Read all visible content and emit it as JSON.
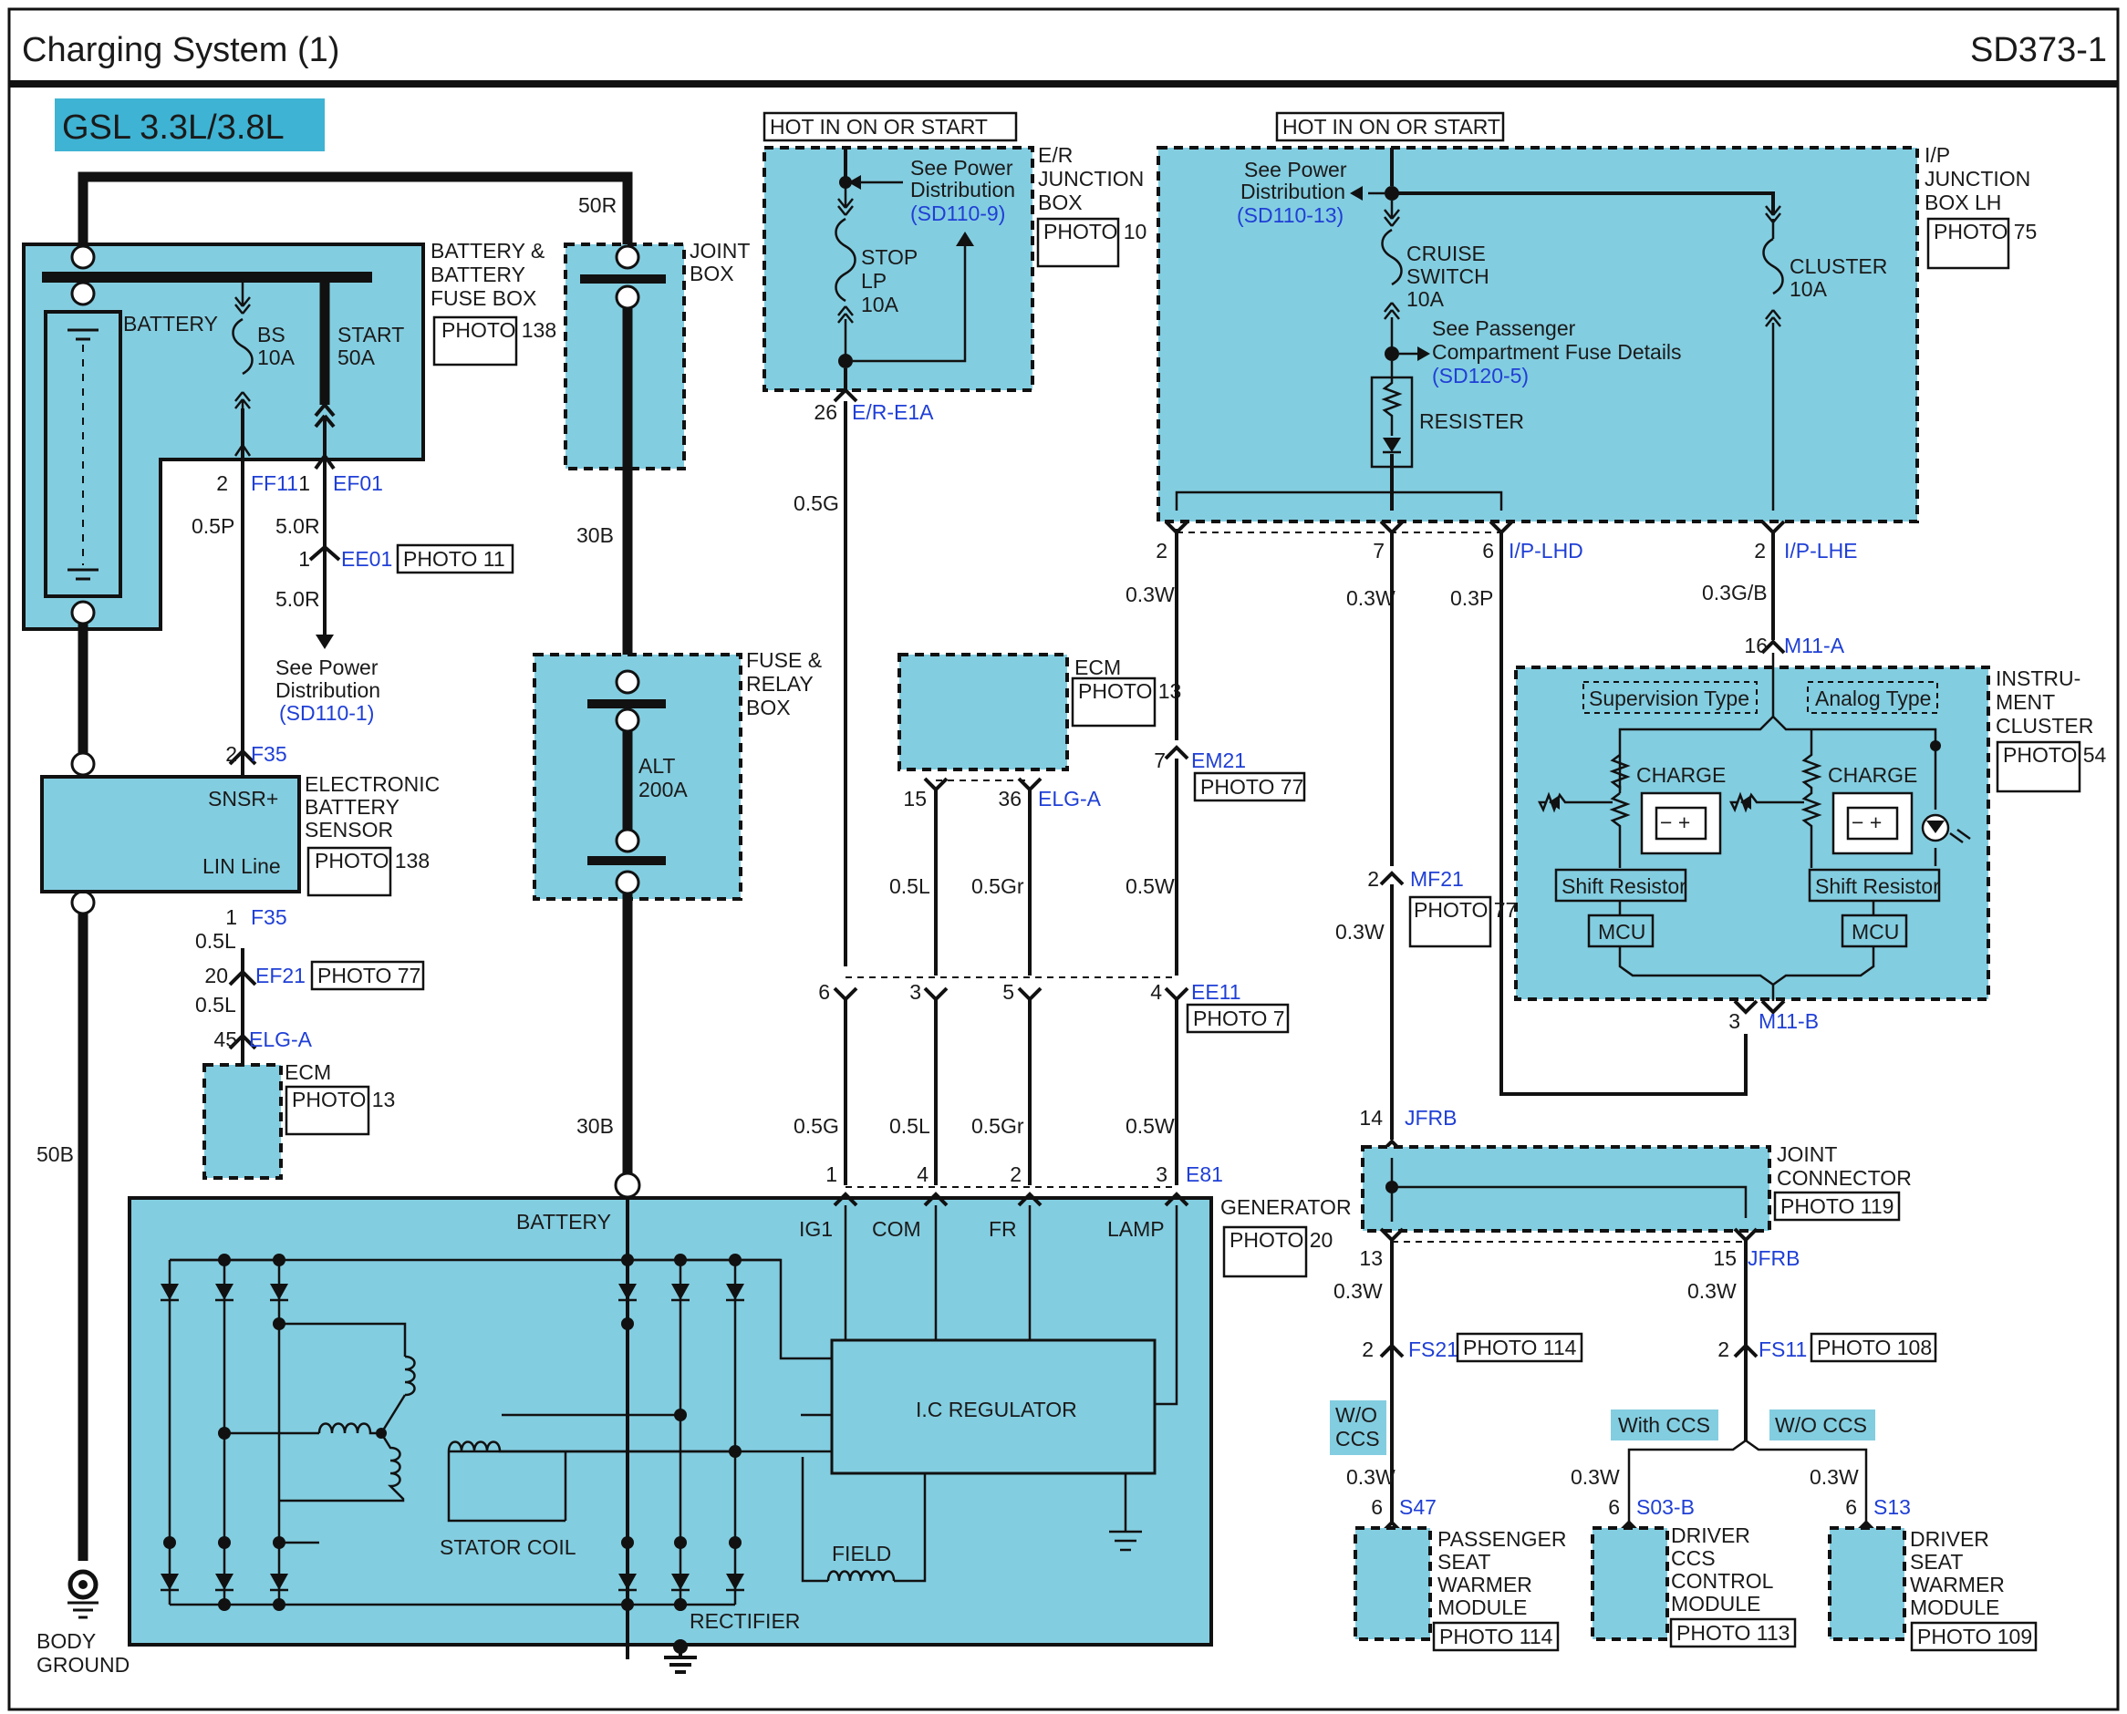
{
  "header": {
    "title": "Charging System (1)",
    "code": "SD373-1",
    "engine_badge": "GSL 3.3L/3.8L"
  },
  "power_labels": {
    "hot_er": "HOT IN ON OR START",
    "hot_ip": "HOT IN ON OR START"
  },
  "components": {
    "battery_box": {
      "name1": "BATTERY &",
      "name2": "BATTERY",
      "name3": "FUSE BOX",
      "photo": "PHOTO 138",
      "battery": "BATTERY",
      "fuse_bs": "BS",
      "fuse_bs_amp": "10A",
      "fuse_start": "START",
      "fuse_start_amp": "50A"
    },
    "joint_box": {
      "name1": "JOINT",
      "name2": "BOX"
    },
    "fuse_relay_box": {
      "name1": "FUSE &",
      "name2": "RELAY",
      "name3": "BOX",
      "fuse": "ALT",
      "fuse_amp": "200A"
    },
    "er_junction": {
      "name1": "E/R",
      "name2": "JUNCTION",
      "name3": "BOX",
      "photo": "PHOTO 10",
      "see1": "See Power",
      "see2": "Distribution",
      "ref": "(SD110-9)",
      "fuse1": "STOP",
      "fuse2": "LP",
      "fuse_amp": "10A"
    },
    "ip_junction": {
      "name1": "I/P",
      "name2": "JUNCTION",
      "name3": "BOX LH",
      "photo": "PHOTO 75",
      "see1": "See Power",
      "see2": "Distribution",
      "ref": "(SD110-13)",
      "fuse_cruise1": "CRUISE",
      "fuse_cruise2": "SWITCH",
      "fuse_cruise_amp": "10A",
      "fuse_cluster": "CLUSTER",
      "fuse_cluster_amp": "10A",
      "pass1": "See Passenger",
      "pass2": "Compartment Fuse Details",
      "pass_ref": "(SD120-5)",
      "resister": "RESISTER"
    },
    "ecm_top": {
      "name": "ECM",
      "photo": "PHOTO 13"
    },
    "ecm_left": {
      "name": "ECM",
      "photo": "PHOTO 13"
    },
    "ebs": {
      "name1": "ELECTRONIC",
      "name2": "BATTERY",
      "name3": "SENSOR",
      "photo": "PHOTO 138",
      "pin1": "SNSR+",
      "pin2": "LIN Line"
    },
    "generator": {
      "name": "GENERATOR",
      "photo": "PHOTO 20",
      "battery": "BATTERY",
      "ig1": "IG1",
      "com": "COM",
      "fr": "FR",
      "lamp": "LAMP",
      "regulator": "I.C REGULATOR",
      "stator": "STATOR COIL",
      "field": "FIELD",
      "rectifier": "RECTIFIER"
    },
    "cluster": {
      "name1": "INSTRU-",
      "name2": "MENT",
      "name3": "CLUSTER",
      "photo": "PHOTO 54",
      "type1": "Supervision Type",
      "type2": "Analog Type",
      "charge1": "CHARGE",
      "charge2": "CHARGE",
      "shift1": "Shift Resistor",
      "shift2": "Shift Resistor",
      "mcu1": "MCU",
      "mcu2": "MCU"
    },
    "joint_connector": {
      "name1": "JOINT",
      "name2": "CONNECTOR",
      "photo": "PHOTO 119"
    },
    "pass_seat": {
      "name1": "PASSENGER",
      "name2": "SEAT",
      "name3": "WARMER",
      "name4": "MODULE",
      "photo": "PHOTO 114"
    },
    "driver_ccs": {
      "name1": "DRIVER",
      "name2": "CCS",
      "name3": "CONTROL",
      "name4": "MODULE",
      "photo": "PHOTO 113"
    },
    "driver_seat": {
      "name1": "DRIVER",
      "name2": "SEAT",
      "name3": "WARMER",
      "name4": "MODULE",
      "photo": "PHOTO 109"
    },
    "body_ground": {
      "name1": "BODY",
      "name2": "GROUND"
    }
  },
  "options": {
    "wo_ccs_1": "W/O",
    "wo_ccs_2": "CCS",
    "with_ccs": "With CCS",
    "wo_ccs_right": "W/O CCS"
  },
  "connectors": {
    "ff11": "FF11",
    "ef01": "EF01",
    "ee01": "EE01",
    "ee01_photo": "PHOTO 11",
    "f35": "F35",
    "ef21": "EF21",
    "ef21_photo": "PHOTO 77",
    "elga": "ELG-A",
    "er_e1a": "E/R-E1A",
    "elg_a_top": "ELG-A",
    "em21": "EM21",
    "em21_photo": "PHOTO 77",
    "ee11": "EE11",
    "ee11_photo": "PHOTO 7",
    "e81": "E81",
    "ip_lhd": "I/P-LHD",
    "ip_lhe": "I/P-LHE",
    "m11a": "M11-A",
    "m11b": "M11-B",
    "mf21": "MF21",
    "mf21_photo": "PHOTO 77",
    "jfrb": "JFRB",
    "jfrb2": "JFRB",
    "fs21": "FS21",
    "fs21_photo": "PHOTO 114",
    "fs11": "FS11",
    "fs11_photo": "PHOTO 108",
    "s47": "S47",
    "s03b": "S03-B",
    "s13": "S13",
    "see_pd1": "See Power",
    "see_pd2": "Distribution",
    "see_pd_ref": "(SD110-1)"
  },
  "pins": {
    "p2a": "2",
    "p1a": "1",
    "p1b": "1",
    "p2b": "2",
    "p1c": "1",
    "p20": "20",
    "p45": "45",
    "p26": "26",
    "p15": "15",
    "p36": "36",
    "p7": "7",
    "p6": "6",
    "p3": "3",
    "p5": "5",
    "p4": "4",
    "g1": "1",
    "g4": "4",
    "g2": "2",
    "g3": "3",
    "ip2": "2",
    "ip7": "7",
    "ip6": "6",
    "ip2b": "2",
    "p16": "16",
    "p3b": "3",
    "mf2": "2",
    "p14": "14",
    "p13": "13",
    "p15b": "15",
    "fs2a": "2",
    "fs2b": "2",
    "s6a": "6",
    "s6b": "6",
    "s6c": "6"
  },
  "wires": {
    "w50r": "50R",
    "w30b_top": "30B",
    "w30b_bot": "30B",
    "w50b": "50B",
    "w05p": "0.5P",
    "w50r_a": "5.0R",
    "w50r_b": "5.0R",
    "w05l_a": "0.5L",
    "w05l_b": "0.5L",
    "w05g_a": "0.5G",
    "w05g_b": "0.5G",
    "w05l_c": "0.5L",
    "w05gr_a": "0.5Gr",
    "w05l_d": "0.5L",
    "w05gr_b": "0.5Gr",
    "w03w_a": "0.3W",
    "w05w_a": "0.5W",
    "w05w_b": "0.5W",
    "w03w_b": "0.3W",
    "w03p": "0.3P",
    "w03gb": "0.3G/B",
    "w03w_c": "0.3W",
    "w03w_d": "0.3W",
    "w03w_e": "0.3W",
    "w03w_f": "0.3W",
    "w03w_g": "0.3W",
    "w03w_h": "0.3W"
  },
  "colors": {
    "component_fill": "#83cde0",
    "badge_fill": "#3fb3d3",
    "reference_blue": "#1f3fd6"
  }
}
